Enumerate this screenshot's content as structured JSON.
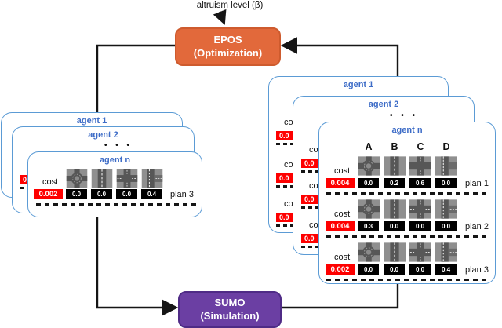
{
  "diagram": {
    "altruism_label": "altruism level (β)",
    "epos": {
      "title": "EPOS",
      "subtitle": "(Optimization)"
    },
    "sumo": {
      "title": "SUMO",
      "subtitle": "(Simulation)"
    },
    "dots": "• • •"
  },
  "left_stack": {
    "cards": [
      "agent 1",
      "agent 2"
    ],
    "front_label": "agent n",
    "fragment_value": "0.0",
    "plans": [
      {
        "cost_label": "cost",
        "cost": "0.002",
        "values": [
          "0.0",
          "0.0",
          "0.0",
          "0.4"
        ],
        "plan_label": "plan 3"
      }
    ]
  },
  "right_stack": {
    "cards": [
      "agent 1",
      "agent 2"
    ],
    "front_label": "agent n",
    "columns": [
      "A",
      "B",
      "C",
      "D"
    ],
    "fragment_cost": "cost",
    "fragment_value": "0.0",
    "plans": [
      {
        "cost_label": "cost",
        "cost": "0.004",
        "values": [
          "0.0",
          "0.2",
          "0.6",
          "0.0"
        ],
        "plan_label": "plan 1"
      },
      {
        "cost_label": "cost",
        "cost": "0.004",
        "values": [
          "0.3",
          "0.0",
          "0.0",
          "0.0"
        ],
        "plan_label": "plan 2"
      },
      {
        "cost_label": "cost",
        "cost": "0.002",
        "values": [
          "0.0",
          "0.0",
          "0.0",
          "0.4"
        ],
        "plan_label": "plan 3"
      }
    ]
  },
  "icons": {
    "tiles": [
      "roundabout-tile",
      "straight-road-tile",
      "crossroad-tile",
      "side-road-tile"
    ],
    "arrows": [
      "right-arrowhead",
      "left-arrowhead",
      "down-arrowhead"
    ]
  },
  "colors": {
    "epos_fill": "#E2693B",
    "sumo_fill": "#6B3FA3",
    "card_border": "#5B9BD5",
    "agent_label": "#3D6CC7",
    "cost_highlight": "#FF0000",
    "value_box": "#000000",
    "wire": "#151515"
  }
}
